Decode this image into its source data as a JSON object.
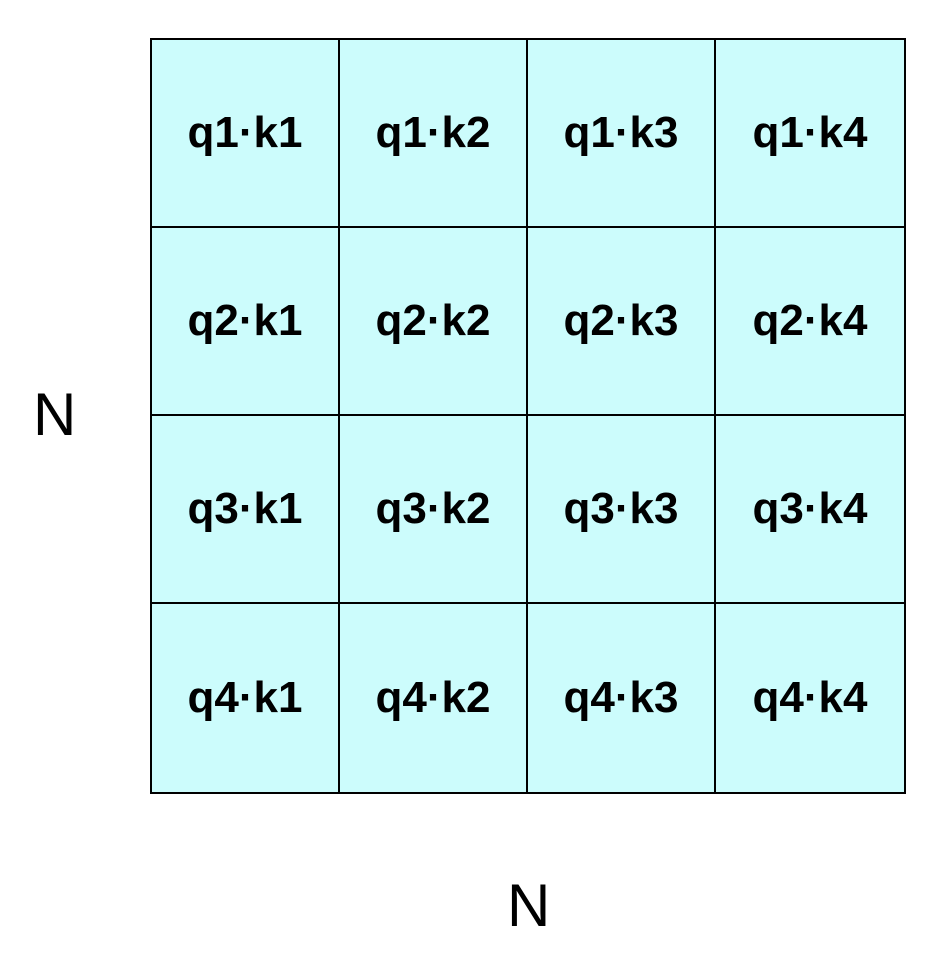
{
  "diagram": {
    "cell_fill": "#ccfcfc",
    "border_color": "#000000",
    "rows": [
      [
        "q1·k1",
        "q1·k2",
        "q1·k3",
        "q1·k4"
      ],
      [
        "q2·k1",
        "q2·k2",
        "q2·k3",
        "q2·k4"
      ],
      [
        "q3·k1",
        "q3·k2",
        "q3·k3",
        "q3·k4"
      ],
      [
        "q4·k1",
        "q4·k2",
        "q4·k3",
        "q4·k4"
      ]
    ],
    "row_axis_label": "N",
    "column_axis_label": "N"
  }
}
